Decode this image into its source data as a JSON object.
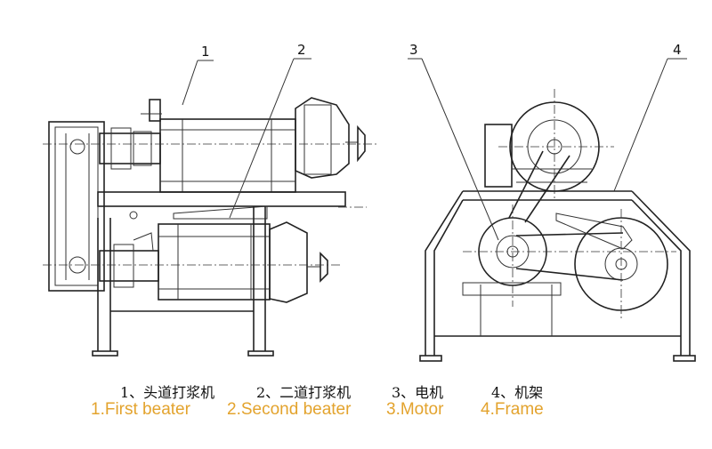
{
  "colors": {
    "legend_en": "#e3a32d",
    "line": "#222222"
  },
  "callouts": [
    "1",
    "2",
    "3",
    "4"
  ],
  "legend": [
    {
      "cn": "1、头道打浆机",
      "en": "1.First beater"
    },
    {
      "cn": "2、二道打浆机",
      "en": "2.Second beater"
    },
    {
      "cn": "3、电机",
      "en": "3.Motor"
    },
    {
      "cn": "4、机架",
      "en": "4.Frame"
    }
  ]
}
